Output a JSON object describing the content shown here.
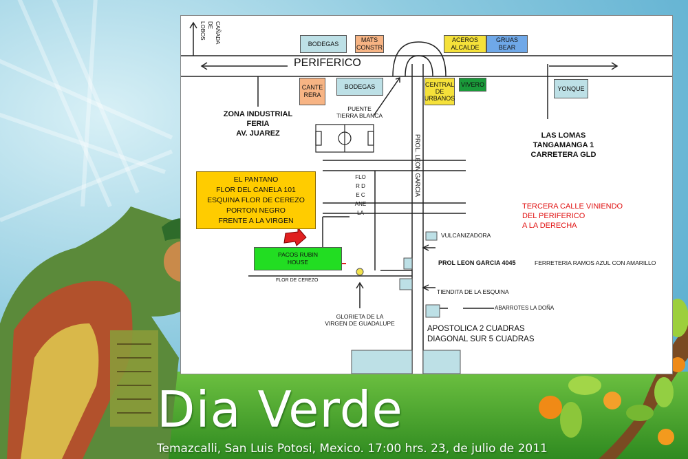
{
  "map": {
    "roads": {
      "periferico": "PERIFERICO",
      "canada_de_lobos": "CAÑADA\nDE\nLOBOS",
      "prol_leon_garcia": "PROL. LEON GARCIA",
      "flor_de_canela": "FLOR\nDE\nCANELA",
      "flor_de_cerezo": "FLOR  DE  CEREZO"
    },
    "businesses": {
      "bodegas_top": "BODEGAS",
      "mats_constr": "MATS\nCONSTR",
      "aceros_alcalde": "ACEROS\nALCALDE",
      "gruas_bear": "GRUAS\nBEAR",
      "cantera": "CANTE\nRERA",
      "bodegas_bottom": "BODEGAS",
      "central_urbanos": "CENTRAL\nDE\nURBANOS",
      "vivero": "VIVERO",
      "yonque": "YONQUE",
      "pacos_rubin_house": "PACOS  RUBIN\nHOUSE"
    },
    "labels": {
      "puente": "PUENTE\nTIERRA  BLANCA",
      "zona_industrial": "ZONA INDUSTRIAL\nFERIA\nAV. JUAREZ",
      "las_lomas": "LAS LOMAS\nTANGAMANGA  1\nCARRETERA  GLD",
      "glorieta": "GLORIETA DE LA\nVIRGEN DE GUADALUPE",
      "vulcanizadora": "VULCANIZADORA",
      "prol_leon_4045": "PROL  LEON  GARCIA  4045",
      "ferreteria": "FERRETERIA RAMOS AZUL CON AMARILLO",
      "tiendita": "TIENDITA DE LA ESQUINA",
      "abarrotes": "ABARROTES LA DOÑA",
      "apostolica": "APOSTOLICA    2  CUADRAS\nDIAGONAL SUR    5  CUADRAS"
    },
    "address_box": "EL PANTANO\nFLOR DEL CANELA  101\nESQUINA FLOR DE CEREZO\nPORTON NEGRO\nFRENTE  A LA VIRGEN",
    "directions_note": "TERCERA  CALLE VINIENDO\nDEL PERIFERICO\nA LA DERECHA"
  },
  "banner": {
    "title": "Dia Verde",
    "subtitle": "Temazcalli, San Luis Potosi, Mexico. 17:00 hrs. 23, de julio de 2011"
  },
  "colors": {
    "sky_blue": "#7fc3dc",
    "banner_green": "#4ea32e",
    "address_yellow": "#ffcc00",
    "house_green": "#22dd22",
    "note_red": "#e01010",
    "box_lightblue": "#bde0e6",
    "box_orange": "#f7b484",
    "box_yellow": "#f5e13a",
    "box_blue": "#6fa8e8",
    "box_green": "#1a9a3a"
  }
}
